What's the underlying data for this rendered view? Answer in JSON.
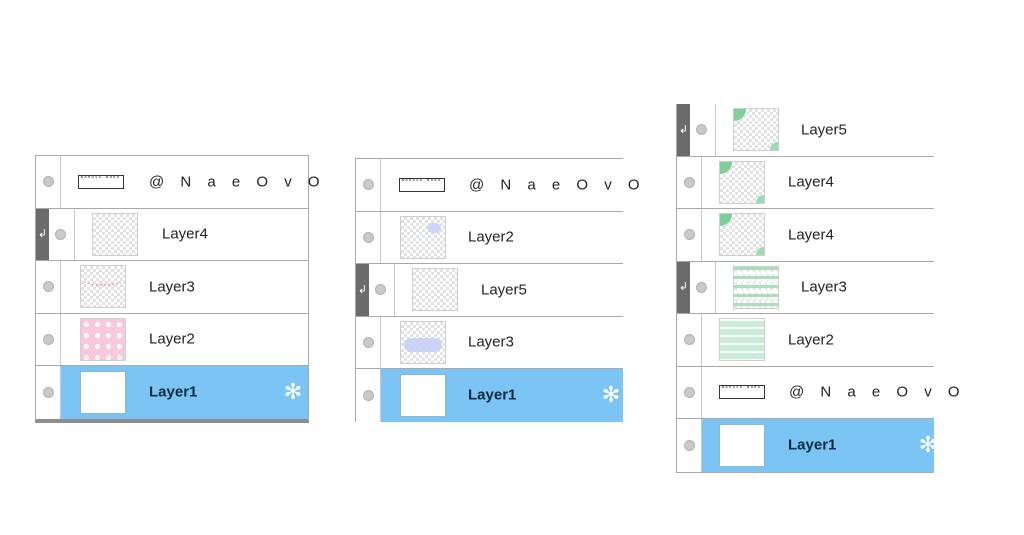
{
  "panels": [
    {
      "rows": [
        {
          "name": "@ N a e O v O"
        },
        {
          "name": "Layer4"
        },
        {
          "name": "Layer3"
        },
        {
          "name": "Layer2"
        },
        {
          "name": "Layer1"
        }
      ]
    },
    {
      "rows": [
        {
          "name": "@ N a e O v O"
        },
        {
          "name": "Layer2"
        },
        {
          "name": "Layer5"
        },
        {
          "name": "Layer3"
        },
        {
          "name": "Layer1"
        }
      ]
    },
    {
      "rows": [
        {
          "name": "Layer5"
        },
        {
          "name": "Layer4"
        },
        {
          "name": "Layer4"
        },
        {
          "name": "Layer3"
        },
        {
          "name": "Layer2"
        },
        {
          "name": "@ N a e O v O"
        },
        {
          "name": "Layer1"
        }
      ]
    }
  ],
  "icons": {
    "visibility": "visibility-dot-icon",
    "clipping": "clipping-arrow-icon",
    "settings": "gear-icon"
  },
  "colors": {
    "selected_row": "#7cc4f3",
    "clip_bar": "#6b6b6b"
  }
}
